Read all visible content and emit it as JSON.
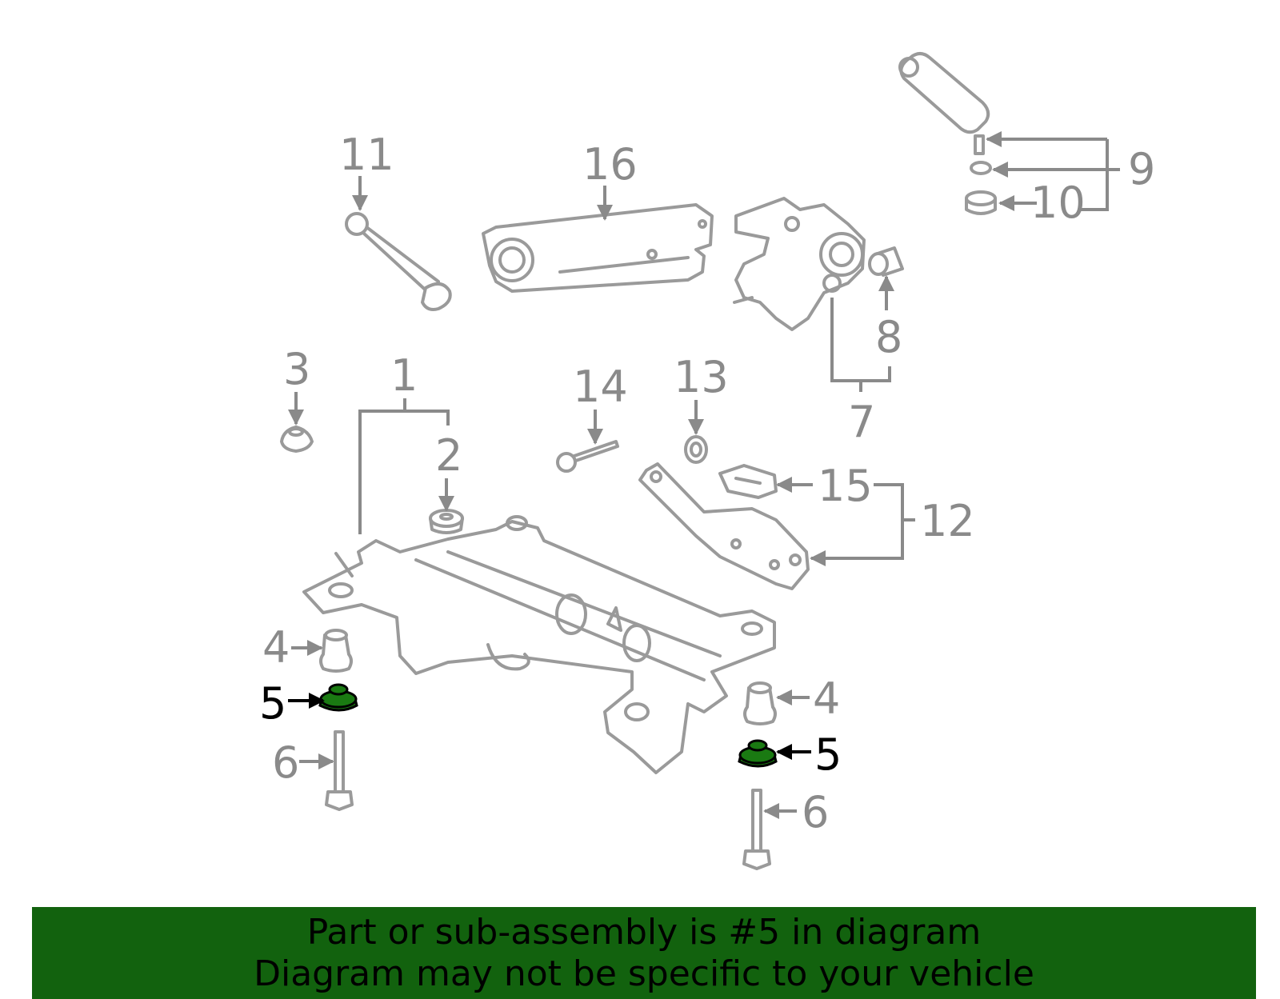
{
  "banner": {
    "line1": "Part or sub-assembly is #5 in diagram",
    "line2": "Diagram may not be specific to your vehicle"
  },
  "colors": {
    "highlight": "#1a7a12",
    "banner": "#12620e",
    "linework": "#9a9a9a"
  },
  "callouts": {
    "c1": "1",
    "c2": "2",
    "c3": "3",
    "c4a": "4",
    "c4b": "4",
    "c5a": "5",
    "c5b": "5",
    "c6a": "6",
    "c6b": "6",
    "c7": "7",
    "c8": "8",
    "c9": "9",
    "c10": "10",
    "c11": "11",
    "c12": "12",
    "c13": "13",
    "c14": "14",
    "c15": "15",
    "c16": "16"
  },
  "highlighted_part": "5"
}
